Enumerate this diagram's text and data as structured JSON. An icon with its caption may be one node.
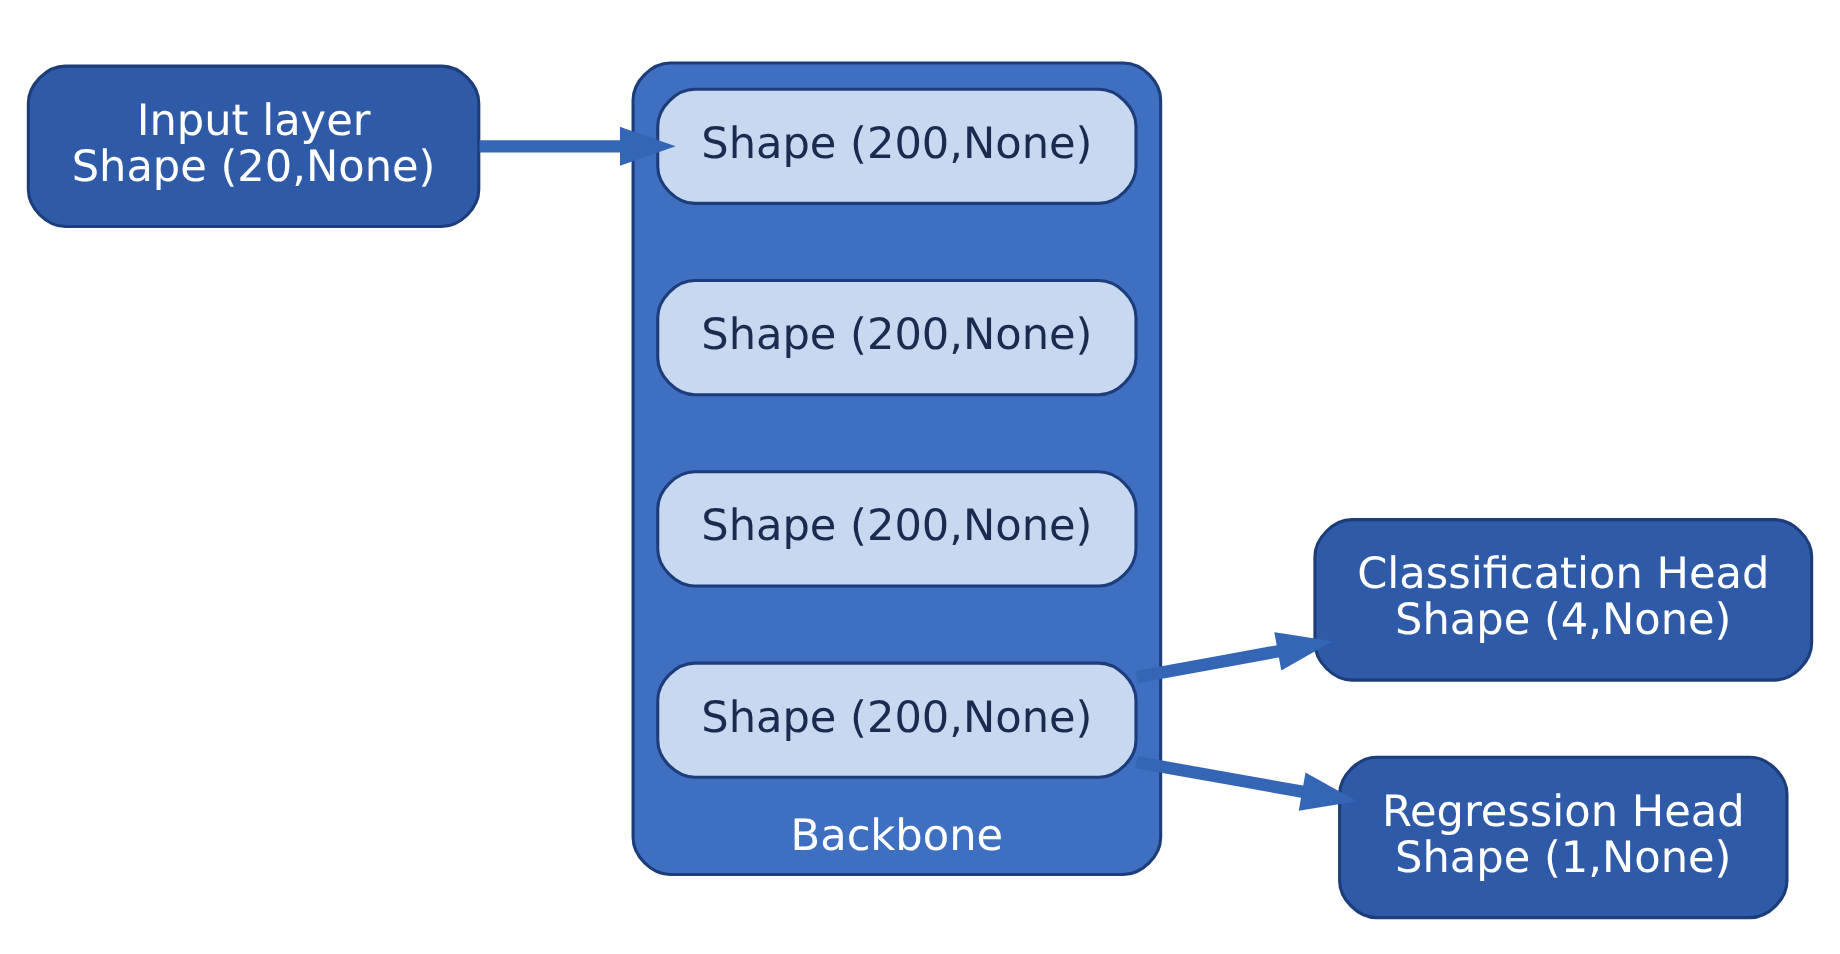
{
  "diagram": {
    "nodes": [
      {
        "text": [
          "Input layer",
          "Shape (20,None)"
        ]
      },
      {
        "text": [
          "Backbone"
        ]
      },
      {
        "text": [
          "Shape (200,None)"
        ],
        "in": 1
      },
      {
        "text": [
          "Shape (200,None)"
        ],
        "in": 1
      },
      {
        "text": [
          "Shape (200,None)"
        ],
        "in": 1
      },
      {
        "text": [
          "Shape (200,None)"
        ],
        "in": 1
      },
      {
        "text": [
          "Classification Head",
          "Shape (4,None)"
        ]
      },
      {
        "text": [
          "Regression Head",
          "Shape (1,None)"
        ]
      }
    ],
    "edges": [
      {
        "from": 0,
        "to": 2,
        "arrow": "to"
      },
      {
        "from": 5,
        "to": 6,
        "arrow": "to"
      },
      {
        "from": 5,
        "to": 7,
        "arrow": "to"
      }
    ]
  }
}
